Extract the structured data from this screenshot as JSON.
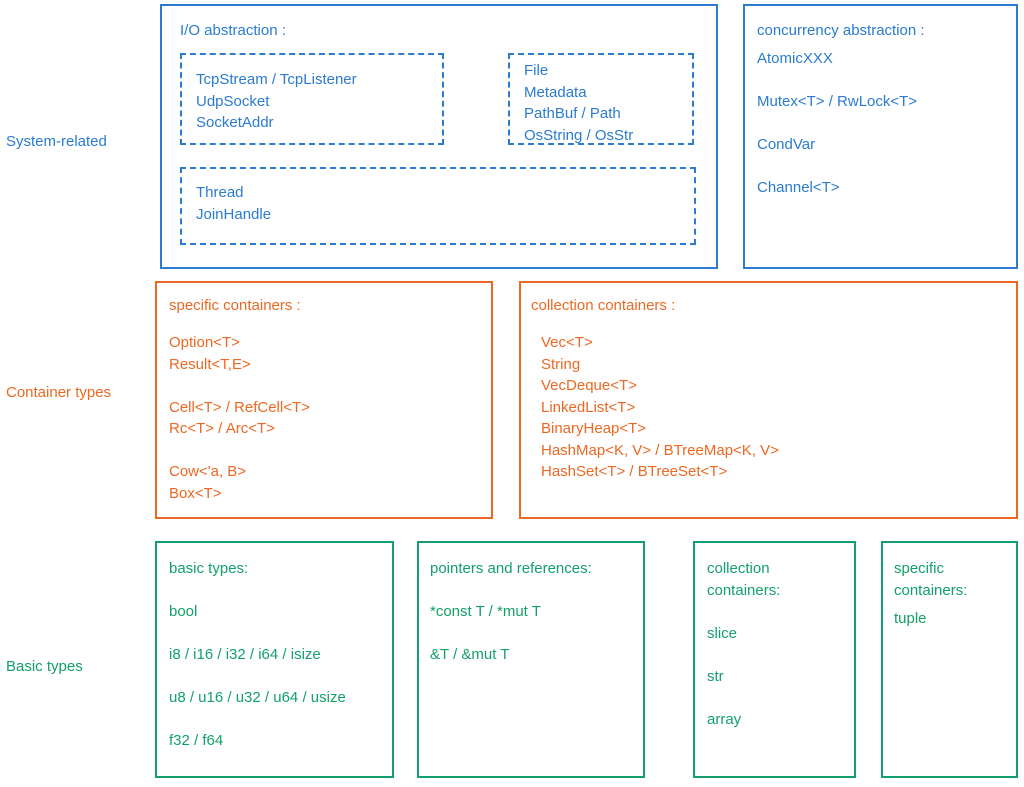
{
  "rows": [
    {
      "label": "System-related",
      "color": "#2b7bd0"
    },
    {
      "label": "Container types",
      "color": "#ed6822"
    },
    {
      "label": "Basic types",
      "color": "#13a06a"
    }
  ],
  "system_related": {
    "io_box": {
      "title": "I/O abstraction :",
      "groups": [
        {
          "name": "net-types",
          "items": "TcpStream / TcpListener\nUdpSocket\nSocketAddr"
        },
        {
          "name": "fs-types",
          "items": "File\nMetadata\nPathBuf / Path\nOsString / OsStr"
        },
        {
          "name": "thread-types",
          "items": "Thread\nJoinHandle"
        }
      ]
    },
    "concurrency_box": {
      "title": "concurrency abstraction :",
      "items": "AtomicXXX\n\nMutex<T> / RwLock<T>\n\nCondVar\n\nChannel<T>"
    }
  },
  "container_types": {
    "specific_box": {
      "title": "specific containers :",
      "items": "Option<T>\nResult<T,E>\n\nCell<T> / RefCell<T>\nRc<T> / Arc<T>\n\nCow<'a, B>\nBox<T>"
    },
    "collection_box": {
      "title": "collection containers :",
      "items": "Vec<T>\nString\nVecDeque<T>\nLinkedList<T>\nBinaryHeap<T>\nHashMap<K, V> / BTreeMap<K, V>\nHashSet<T> / BTreeSet<T>"
    }
  },
  "basic_types": {
    "boxes": [
      {
        "name": "basic-types-box",
        "title": "basic types:",
        "items": "bool\n\ni8 / i16 / i32 / i64 / isize\n\nu8 / u16 / u32 / u64 / usize\n\nf32 / f64"
      },
      {
        "name": "pointers-references-box",
        "title": "pointers and references:",
        "items": "*const T / *mut T\n\n&T / &mut T"
      },
      {
        "name": "collection-containers-box",
        "title": "collection\ncontainers:",
        "items": "slice\n\nstr\n\narray"
      },
      {
        "name": "specific-containers-box",
        "title": "specific\ncontainers:",
        "items": "tuple"
      }
    ]
  },
  "colors": {
    "blue": "#2b7bd0",
    "orange": "#ed6822",
    "green": "#13a06a",
    "background": "#ffffff"
  }
}
